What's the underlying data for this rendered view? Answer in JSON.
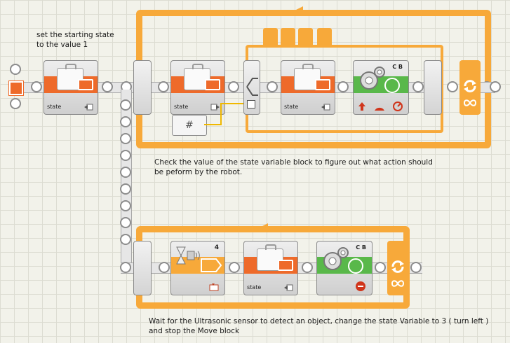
{
  "annotations": {
    "start_note": "set the starting state\nto the value 1",
    "switch_note": "Check the value of the state variable block to figure out what action should\nbe peform by the robot.",
    "wait_note": "Wait for the Ultrasonic sensor to detect an object, change the state Variable to 3 ( turn left )\nand stop the Move block"
  },
  "blocks": {
    "var_set_start": {
      "label": "state"
    },
    "var_write_main": {
      "label": "state"
    },
    "var_read_case": {
      "label": "state"
    },
    "motor_main": {
      "ports": "C B"
    },
    "sensor_wait": {
      "value": "4"
    },
    "var_write_wait": {
      "label": "state"
    },
    "motor_stop": {
      "ports": "C B"
    }
  },
  "variable_number_icon": "#",
  "colors": {
    "loop": "#f7a93a",
    "variable_orange": "#ee6a2a",
    "motor_green": "#59b84a",
    "wire_yellow": "#f0b800"
  }
}
